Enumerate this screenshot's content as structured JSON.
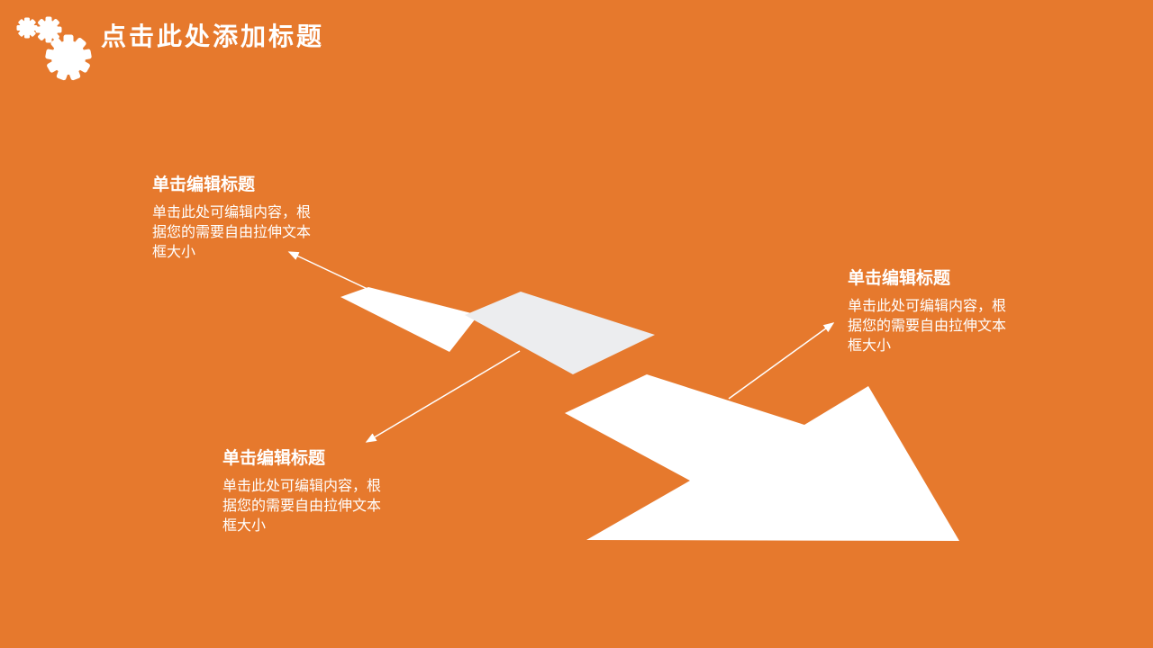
{
  "slide": {
    "header": {
      "title": "点击此处添加标题",
      "icon": "gears-icon"
    },
    "blocks": [
      {
        "title": "单击编辑标题",
        "body_lines": [
          "单击此处可编辑内容，根",
          "据您的需要自由拉伸文本",
          "框大小"
        ]
      },
      {
        "title": "单击编辑标题",
        "body_lines": [
          "单击此处可编辑内容，根",
          "据您的需要自由拉伸文本",
          "框大小"
        ]
      },
      {
        "title": "单击编辑标题",
        "body_lines": [
          "单击此处可编辑内容，根",
          "据您的需要自由拉伸文本",
          "框大小"
        ]
      }
    ],
    "graphic": {
      "shapes": [
        "ribbon-strip",
        "ribbon-panel",
        "big-arrow"
      ],
      "connectors": 3
    },
    "colors": {
      "background-orange": "#E6792D",
      "shape-white": "#FFFFFF",
      "shape-gray": "#ECEDEF",
      "text-white": "#FFFFFF"
    }
  }
}
